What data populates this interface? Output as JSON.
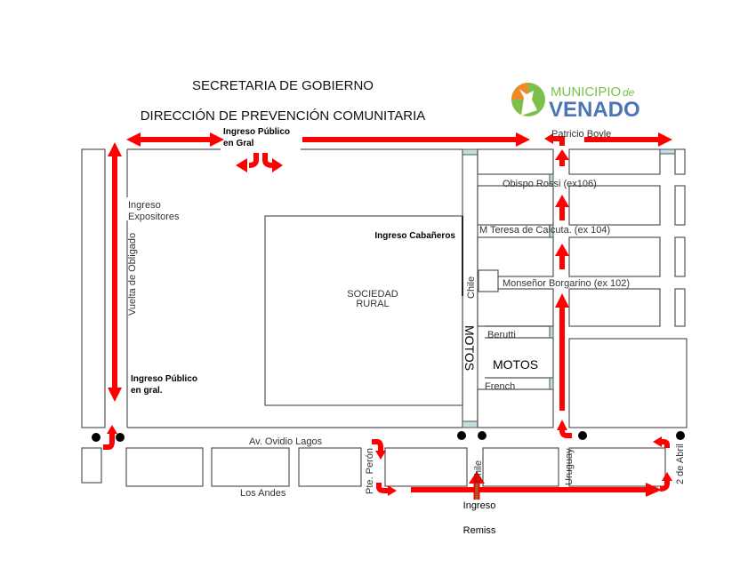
{
  "header": {
    "line1": "SECRETARIA DE GOBIERNO",
    "line2": "DIRECCIÓN DE PREVENCIÓN COMUNITARIA"
  },
  "logo": {
    "text_top": "MUNICIPIO",
    "text_de": "de",
    "text_bottom": "VENADO",
    "green": "#7cc04b",
    "blue": "#4a76b8",
    "orange": "#f08a24"
  },
  "labels": {
    "ingreso_publico_top_1": "Ingreso Público",
    "ingreso_publico_top_2": "en Gral",
    "ingreso_expositores_1": "Ingreso",
    "ingreso_expositores_2": "Expositores",
    "vuelta_obligado": "Vuelta de Obligado",
    "ingreso_cabaneros": "Ingreso Cabañeros",
    "sociedad_1": "SOCIEDAD",
    "sociedad_2": "RURAL",
    "ingreso_publico_bottom_1": "Ingreso Público",
    "ingreso_publico_bottom_2": "en gral.",
    "motos_vertical": "MOTOS",
    "motos": "MOTOS",
    "ingreso_remiss_1": "Ingreso",
    "ingreso_remiss_2": "Remiss"
  },
  "streets": {
    "patricio_boyle": "Patricio Boyle",
    "obispo_rossi": "Obispo Rossi (ex106)",
    "teresa": "M Teresa de Calcuta. (ex 104)",
    "borgarino": "Monseñor Borgarino (ex 102)",
    "chile_top": "Chile",
    "berutti": "Berutti",
    "french": "French",
    "ovidio_lagos": "Av. Ovidio Lagos",
    "los_andes": "Los Andes",
    "peron": "Pte. Perón",
    "chile_bottom": "Chile",
    "uruguay": "Uruguay",
    "dos_de_abril": "2 de Abril"
  },
  "colors": {
    "arrow": "#ff0000",
    "remiss_arrow": "#8a6d2a",
    "gate": "#bfe0e0"
  }
}
